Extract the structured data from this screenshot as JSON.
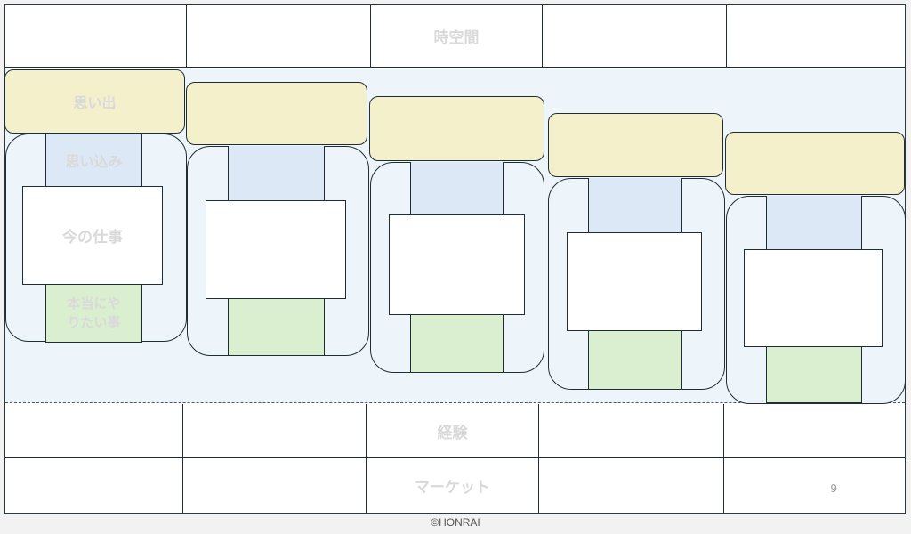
{
  "header_row": [
    "",
    "",
    "時空間",
    "",
    ""
  ],
  "experience_row": [
    "",
    "",
    "経験",
    "",
    ""
  ],
  "market_row": [
    "",
    "",
    "マーケット",
    "",
    "9"
  ],
  "stages": [
    {
      "memory": "思い出",
      "belief": "思い込み",
      "job": "今の仕事",
      "want_line1": "本当にや",
      "want_line2": "りたい事"
    },
    {
      "memory": "",
      "belief": "",
      "job": "",
      "want_line1": "",
      "want_line2": ""
    },
    {
      "memory": "",
      "belief": "",
      "job": "",
      "want_line1": "",
      "want_line2": ""
    },
    {
      "memory": "",
      "belief": "",
      "job": "",
      "want_line1": "",
      "want_line2": ""
    },
    {
      "memory": "",
      "belief": "",
      "job": "",
      "want_line1": "",
      "want_line2": ""
    }
  ],
  "footer": {
    "copyright": "©HONRAI"
  },
  "colors": {
    "memory_fill": "#f5f0cc",
    "belief_fill": "#dce8f5",
    "job_fill": "#ffffff",
    "want_fill": "#d9efd0",
    "band_fill": "#eef5fa",
    "outline": "#1f2d35",
    "label_text": "#d9d9d9"
  }
}
